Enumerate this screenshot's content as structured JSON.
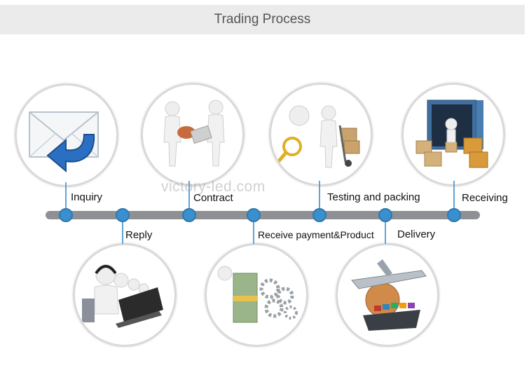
{
  "header": {
    "title": "Trading Process"
  },
  "watermark": "victory-led.com",
  "accent_color": "#3a8fcf",
  "timeline_color": "#8f9093",
  "steps": [
    {
      "label": "Inquiry",
      "icon": "envelope-reply-icon",
      "position": "top"
    },
    {
      "label": "Reply",
      "icon": "call-center-icon",
      "position": "bottom"
    },
    {
      "label": "Contract",
      "icon": "handshake-stamp-icon",
      "position": "top"
    },
    {
      "label": "Receive payment&Product",
      "icon": "money-gears-icon",
      "position": "bottom"
    },
    {
      "label": "Testing and packing",
      "icon": "inspection-handtruck-icon",
      "position": "top"
    },
    {
      "label": "Delivery",
      "icon": "airplane-ship-globe-icon",
      "position": "bottom"
    },
    {
      "label": "Receiving",
      "icon": "container-boxes-icon",
      "position": "top"
    }
  ]
}
